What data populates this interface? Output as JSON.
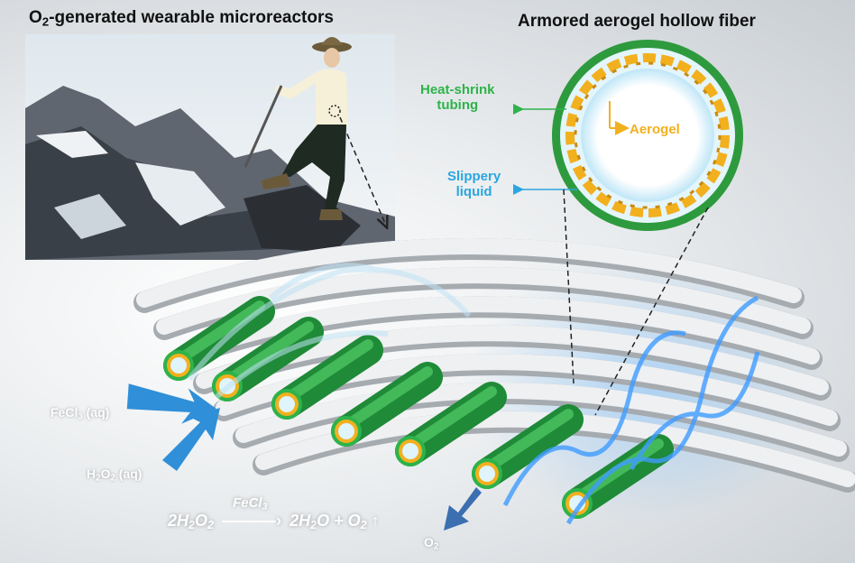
{
  "titles": {
    "left_main": "-generated  wearable microreactors",
    "left_o": "O",
    "left_o_sub": "2",
    "right": "Armored aerogel hollow fiber"
  },
  "labels": {
    "heat_shrink_line1": "Heat-shrink",
    "heat_shrink_line2": "tubing",
    "slippery_line1": "Slippery",
    "slippery_line2": "liquid",
    "aerogel": "Aerogel"
  },
  "inputs": {
    "fecl": "FeCl",
    "fecl_sub": "3",
    "fecl_suffix": " (aq)",
    "h": "H",
    "h_sub": "2",
    "o": "O",
    "o_sub": "2",
    "h2o2_suffix": " (aq)"
  },
  "output": {
    "o": "O",
    "o_sub": "2"
  },
  "equation": {
    "lhs_coef": "2H",
    "lhs_sub1": "2",
    "lhs_o": "O",
    "lhs_sub2": "2",
    "catalyst": "FeCl",
    "catalyst_sub": "3",
    "rhs_coef": "2H",
    "rhs_sub1": "2",
    "rhs_o": "O + O",
    "rhs_sub2": "2",
    "up_arrow": "↑"
  },
  "colors": {
    "heat_shrink": "#2db34a",
    "slippery": "#2aa6e0",
    "aerogel": "#f2b01e",
    "fiber": "#d9dcdf"
  }
}
